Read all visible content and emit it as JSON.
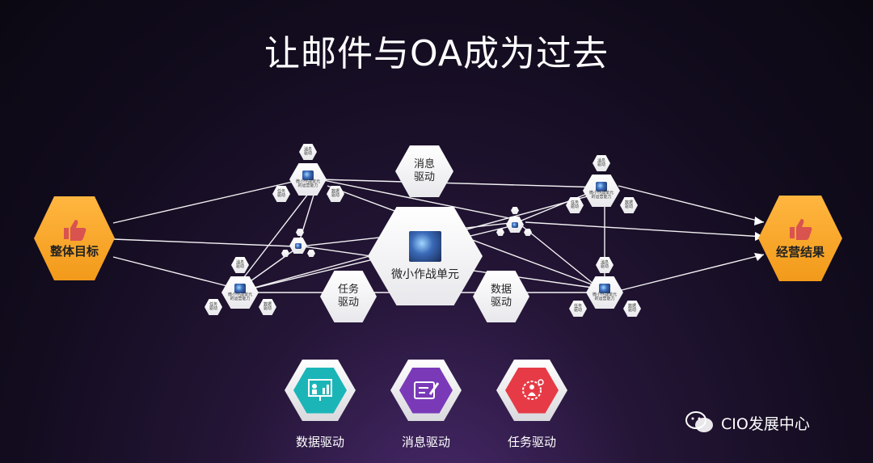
{
  "title": "让邮件与OA成为过去",
  "start_node": "整体目标",
  "end_node": "经营结果",
  "center_node": "微小作战单元",
  "mid_labels": {
    "message": "消息\n驱动",
    "task": "任务\n驱动",
    "data": "数据\n驱动"
  },
  "small_unit_label": "微小作战单元\n的运营能力",
  "satellite_labels": {
    "message": "消息\n驱动",
    "task": "任务\n驱动",
    "data": "数据\n驱动"
  },
  "legend": [
    {
      "label": "数据驱动",
      "color": "#1bb5b8",
      "icon": "presentation-chart-icon"
    },
    {
      "label": "消息驱动",
      "color": "#7a3ab8",
      "icon": "message-edit-icon"
    },
    {
      "label": "任务驱动",
      "color": "#e63b46",
      "icon": "gear-person-icon"
    }
  ],
  "watermark": "CIO发展中心",
  "colors": {
    "accent_orange": "#f5a623",
    "line": "#ffffff"
  }
}
